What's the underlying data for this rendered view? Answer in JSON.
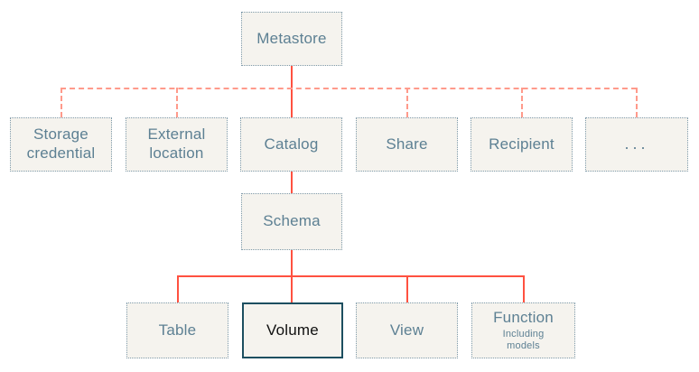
{
  "nodes": {
    "metastore": {
      "label": "Metastore"
    },
    "storage_credential": {
      "label": "Storage credential"
    },
    "external_location": {
      "label": "External location"
    },
    "catalog": {
      "label": "Catalog"
    },
    "share": {
      "label": "Share"
    },
    "recipient": {
      "label": "Recipient"
    },
    "ellipsis": {
      "label": "..."
    },
    "schema": {
      "label": "Schema"
    },
    "table": {
      "label": "Table"
    },
    "volume": {
      "label": "Volume"
    },
    "view": {
      "label": "View"
    },
    "function": {
      "label": "Function",
      "sublabel": "Including models"
    }
  },
  "colors": {
    "background": "#ffffff",
    "node_fill": "#f5f3ee",
    "node_border": "#7f9bab",
    "node_text": "#5d8093",
    "highlight_border": "#1d4f60",
    "highlight_text": "#101010",
    "connector_solid": "#ff5140",
    "connector_dashed": "#ff9a8b"
  }
}
